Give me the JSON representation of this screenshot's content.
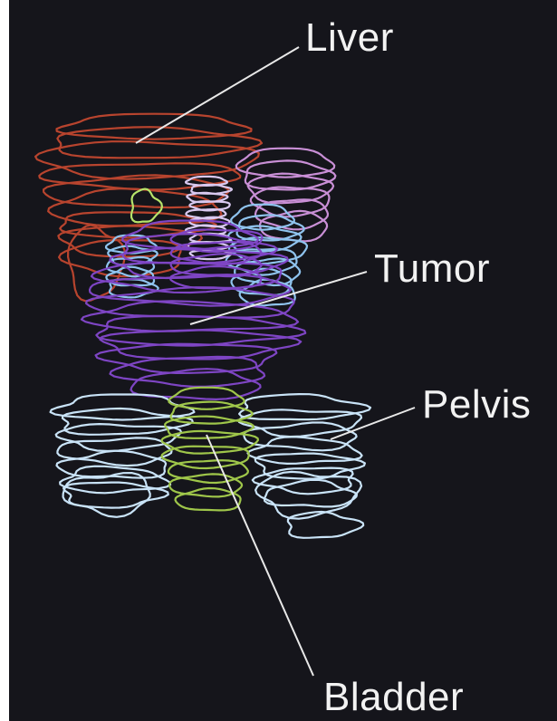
{
  "labels": {
    "liver": "Liver",
    "tumor": "Tumor",
    "pelvis": "Pelvis",
    "bladder": "Bladder"
  },
  "colors": {
    "background": "#15151b",
    "liver": "#b8442e",
    "tumor": "#7e45c4",
    "pelvis": "#c9e3f7",
    "bladder": "#9fc64a",
    "kidney_left": "#c98fd6",
    "kidney_right": "#8fc3ee",
    "gallbladder": "#b6e36a",
    "spine": "#d9c9f0"
  }
}
